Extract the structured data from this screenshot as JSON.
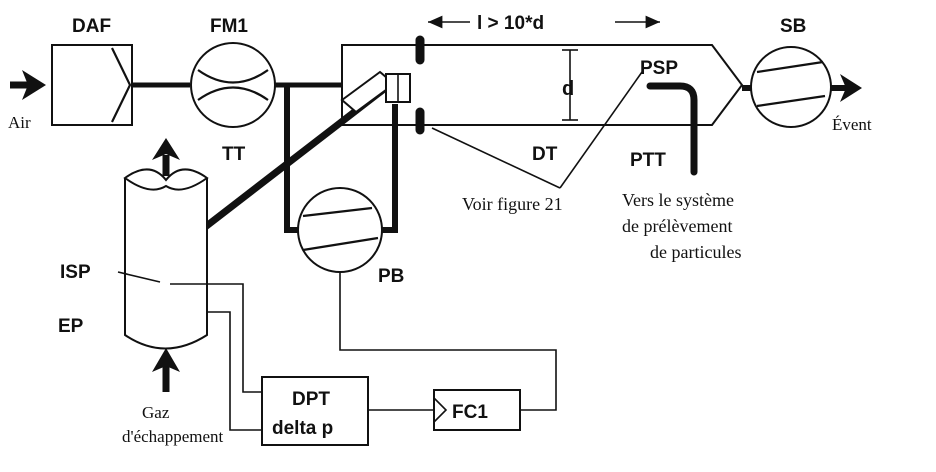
{
  "labels": {
    "daf": "DAF",
    "fm1": "FM1",
    "sb": "SB",
    "air": "Air",
    "event": "Évent",
    "tt": "TT",
    "dt": "DT",
    "psp": "PSP",
    "ptt": "PTT",
    "pb": "PB",
    "isp": "ISP",
    "ep": "EP",
    "d": "d",
    "length": "l > 10*d",
    "voir": "Voir figure 21",
    "vers_line1": "Vers le système",
    "vers_line2": "de prélèvement",
    "vers_line3": "de particules",
    "gaz_line1": "Gaz",
    "gaz_line2": "d'échappement",
    "dpt_line1": "DPT",
    "dpt_line2": "delta p",
    "fc1": "FC1"
  }
}
